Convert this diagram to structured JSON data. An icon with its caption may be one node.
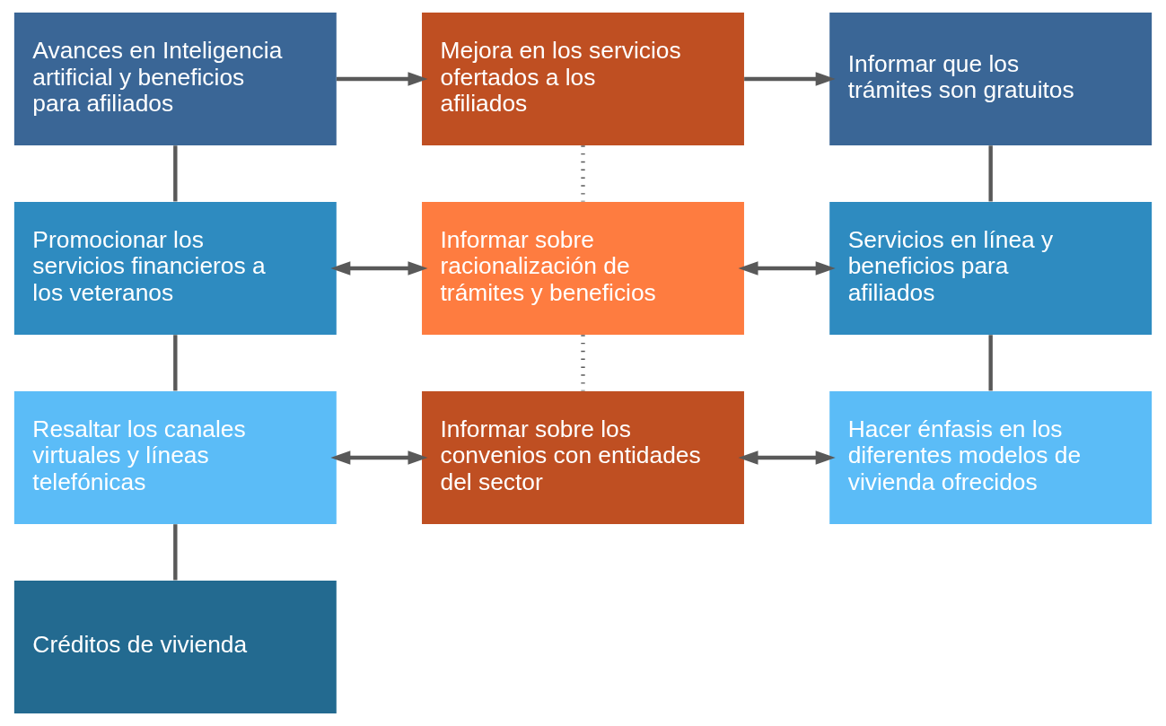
{
  "diagram": {
    "nodes": [
      {
        "text": [
          "Avances en Inteligencia artificial y beneficios para afiliados"
        ]
      },
      {
        "text": [
          "Mejora en los servicios ofertados a los afiliados"
        ]
      },
      {
        "text": [
          "Informar que los trámites son gratuitos"
        ]
      },
      {
        "text": [
          "Promocionar los servicios financieros a los veteranos"
        ]
      },
      {
        "text": [
          "Informar sobre racionalización de trámites y beneficios"
        ]
      },
      {
        "text": [
          "Servicios en línea y beneficios para afiliados"
        ]
      },
      {
        "text": [
          "Resaltar los canales virtuales y líneas telefónicas"
        ]
      },
      {
        "text": [
          "Informar sobre los convenios con entidades del sector"
        ]
      },
      {
        "text": [
          "Hacer énfasis en los diferentes modelos de vivienda ofrecidos"
        ]
      },
      {
        "text": [
          "Créditos de vivienda"
        ]
      }
    ],
    "edges": [
      {
        "from": 0,
        "to": 1,
        "arrow": "to"
      },
      {
        "from": 1,
        "to": 2,
        "arrow": "to"
      },
      {
        "from": 0,
        "to": 3,
        "arrow": "none"
      },
      {
        "from": 1,
        "to": 4,
        "arrow": "none",
        "style": "dashed"
      },
      {
        "from": 2,
        "to": 5,
        "arrow": "none"
      },
      {
        "from": 3,
        "to": 4,
        "arrow": "both"
      },
      {
        "from": 4,
        "to": 5,
        "arrow": "both"
      },
      {
        "from": 3,
        "to": 6,
        "arrow": "none"
      },
      {
        "from": 4,
        "to": 7,
        "arrow": "none",
        "style": "dashed"
      },
      {
        "from": 5,
        "to": 8,
        "arrow": "none"
      },
      {
        "from": 6,
        "to": 7,
        "arrow": "both"
      },
      {
        "from": 7,
        "to": 8,
        "arrow": "both"
      },
      {
        "from": 6,
        "to": 9,
        "arrow": "none"
      }
    ]
  }
}
